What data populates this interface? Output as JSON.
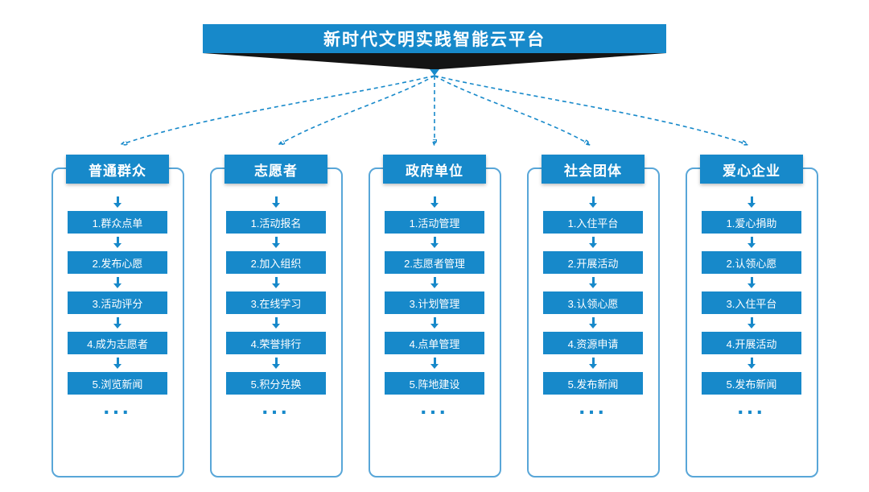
{
  "title": "新时代文明实践智能云平台",
  "ellipsis": "...",
  "colors": {
    "primary": "#1789ca",
    "frame_border": "#58a6d8",
    "funnel": "#141414",
    "background": "#ffffff"
  },
  "columns": [
    {
      "header": "普通群众",
      "items": [
        "1.群众点单",
        "2.发布心愿",
        "3.活动评分",
        "4.成为志愿者",
        "5.浏览新闻"
      ]
    },
    {
      "header": "志愿者",
      "items": [
        "1.活动报名",
        "2.加入组织",
        "3.在线学习",
        "4.荣誉排行",
        "5.积分兑换"
      ]
    },
    {
      "header": "政府单位",
      "items": [
        "1.活动管理",
        "2.志愿者管理",
        "3.计划管理",
        "4.点单管理",
        "5.阵地建设"
      ]
    },
    {
      "header": "社会团体",
      "items": [
        "1.入住平台",
        "2.开展活动",
        "3.认领心愿",
        "4.资源申请",
        "5.发布新闻"
      ]
    },
    {
      "header": "爱心企业",
      "items": [
        "1.爱心捐助",
        "2.认领心愿",
        "3.入住平台",
        "4.开展活动",
        "5.发布新闻"
      ]
    }
  ]
}
